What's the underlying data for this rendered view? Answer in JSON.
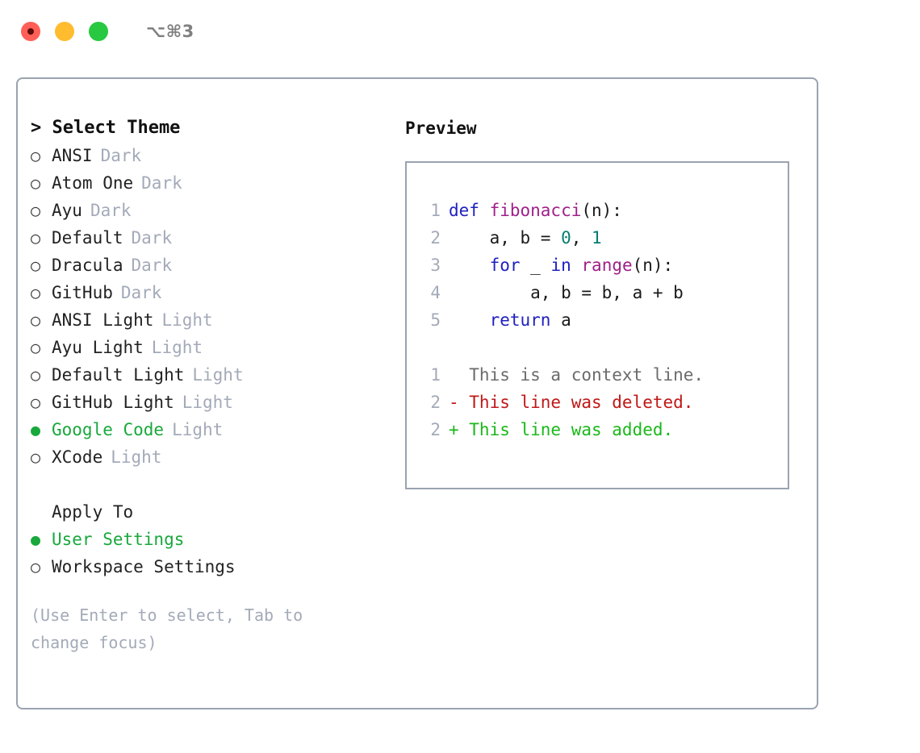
{
  "window": {
    "title": "⌥⌘3",
    "controls": [
      {
        "name": "close",
        "color": "#ff5f57"
      },
      {
        "name": "minimize",
        "color": "#febc2e"
      },
      {
        "name": "zoom",
        "color": "#28c840"
      }
    ]
  },
  "colors": {
    "selected_green": "#18a83c",
    "tag_gray": "#a3aab8",
    "border": "#9aa3b0",
    "keyword": "#2020c0",
    "function": "#a0208a",
    "number": "#067d70",
    "diff_deleted": "#c01818",
    "diff_added": "#1ab81a",
    "context": "#6b6b6b"
  },
  "theme_picker": {
    "heading": "> Select Theme",
    "markers": {
      "selected": "●",
      "unselected": "○"
    },
    "options": [
      {
        "label": "ANSI",
        "tag": "Dark",
        "selected": false
      },
      {
        "label": "Atom One",
        "tag": "Dark",
        "selected": false
      },
      {
        "label": "Ayu",
        "tag": "Dark",
        "selected": false
      },
      {
        "label": "Default",
        "tag": "Dark",
        "selected": false
      },
      {
        "label": "Dracula",
        "tag": "Dark",
        "selected": false
      },
      {
        "label": "GitHub",
        "tag": "Dark",
        "selected": false
      },
      {
        "label": "ANSI Light",
        "tag": "Light",
        "selected": false
      },
      {
        "label": "Ayu Light",
        "tag": "Light",
        "selected": false
      },
      {
        "label": "Default Light",
        "tag": "Light",
        "selected": false
      },
      {
        "label": "GitHub Light",
        "tag": "Light",
        "selected": false
      },
      {
        "label": "Google Code",
        "tag": "Light",
        "selected": true
      },
      {
        "label": "XCode",
        "tag": "Light",
        "selected": false
      }
    ]
  },
  "apply_to": {
    "heading": "Apply To",
    "options": [
      {
        "label": "User Settings",
        "selected": true
      },
      {
        "label": "Workspace Settings",
        "selected": false
      }
    ]
  },
  "hint": "(Use Enter to select, Tab to change focus)",
  "preview": {
    "heading": "Preview",
    "code_lines": [
      {
        "num": "1",
        "tokens": [
          {
            "t": "def ",
            "c": "tok-kw"
          },
          {
            "t": "fibonacci",
            "c": "tok-fn"
          },
          {
            "t": "(n):",
            "c": "tok-pl"
          }
        ]
      },
      {
        "num": "2",
        "tokens": [
          {
            "t": "    a, b = ",
            "c": "tok-pl"
          },
          {
            "t": "0",
            "c": "tok-num"
          },
          {
            "t": ", ",
            "c": "tok-pl"
          },
          {
            "t": "1",
            "c": "tok-num"
          }
        ]
      },
      {
        "num": "3",
        "tokens": [
          {
            "t": "    ",
            "c": "tok-pl"
          },
          {
            "t": "for",
            "c": "tok-kw"
          },
          {
            "t": " _ ",
            "c": "tok-pl"
          },
          {
            "t": "in",
            "c": "tok-kw"
          },
          {
            "t": " ",
            "c": "tok-pl"
          },
          {
            "t": "range",
            "c": "tok-fn"
          },
          {
            "t": "(n):",
            "c": "tok-pl"
          }
        ]
      },
      {
        "num": "4",
        "tokens": [
          {
            "t": "        a, b = b, a + b",
            "c": "tok-pl"
          }
        ]
      },
      {
        "num": "5",
        "tokens": [
          {
            "t": "    ",
            "c": "tok-pl"
          },
          {
            "t": "return",
            "c": "tok-kw"
          },
          {
            "t": " a",
            "c": "tok-pl"
          }
        ]
      }
    ],
    "diff_lines": [
      {
        "num": "1",
        "tokens": [
          {
            "t": "  This is a context line.",
            "c": "tok-ctx"
          }
        ]
      },
      {
        "num": "2",
        "tokens": [
          {
            "t": "- This line was deleted.",
            "c": "tok-del"
          }
        ]
      },
      {
        "num": "2",
        "tokens": [
          {
            "t": "+ This line was added.",
            "c": "tok-add"
          }
        ]
      }
    ]
  }
}
